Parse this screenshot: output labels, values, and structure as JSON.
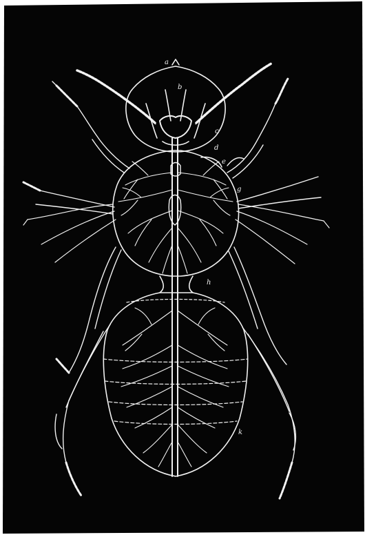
{
  "colors": {
    "background": "#050505",
    "line": "#f2f2f2",
    "frame_edge": "#ffffff"
  },
  "labels": {
    "a": "a",
    "b": "b",
    "c": "c",
    "d": "d",
    "e": "e",
    "g": "g",
    "h": "h",
    "k": "k"
  }
}
